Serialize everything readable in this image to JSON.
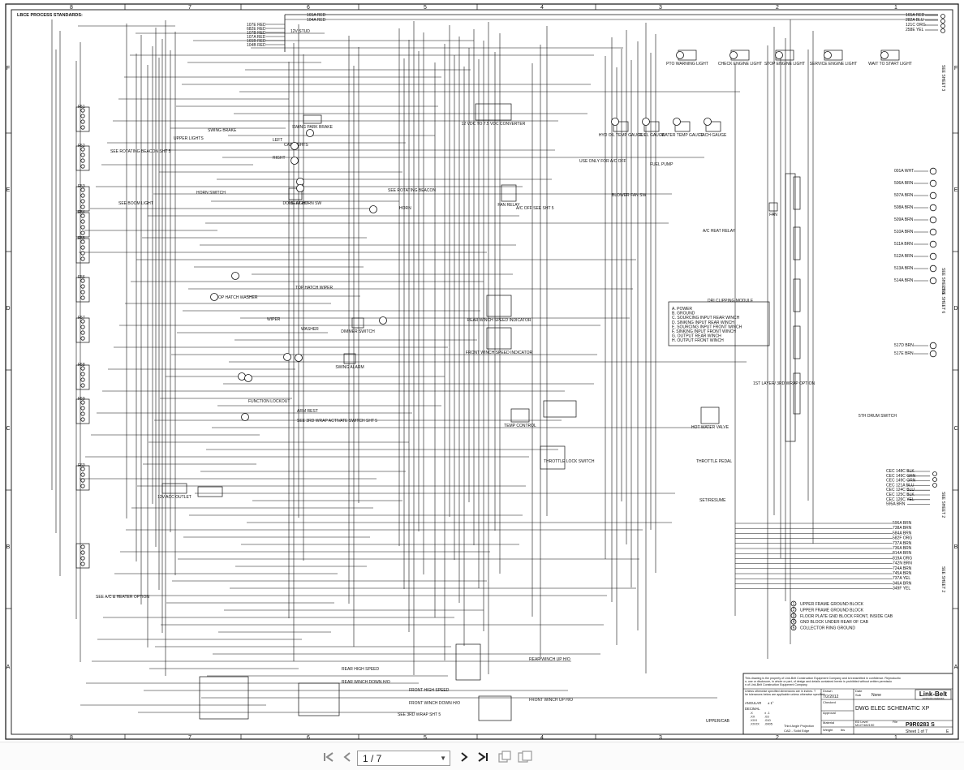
{
  "sheet": {
    "process_standards": "LBCE PROCESS STANDARDS:",
    "zones_top": [
      "8",
      "7",
      "6",
      "5",
      "4",
      "3",
      "2",
      "1"
    ],
    "zones_side": [
      "F",
      "E",
      "D",
      "C",
      "B",
      "A"
    ],
    "side_labels": [
      "SEE SHEET 3",
      "SEE SHEET 6",
      "SEE SHEET 6",
      "SEE SHEET 2",
      "SEE SHEET 2"
    ],
    "top_wires_left": [
      "107E RED",
      "682E RED",
      "107B RED",
      "107A RED",
      "165B RED",
      "104B RED"
    ],
    "top_wires_right": [
      "165A RED",
      "104A RED"
    ],
    "stud_label": "12V STUD",
    "right_top_wires": [
      "165A RED",
      "282A BLU",
      "121C ORG",
      "258E YEL"
    ],
    "components": [
      {
        "label": "12 VDC TO 7.5 VDC CONVERTER"
      },
      {
        "label": "PTO WARNING LIGHT"
      },
      {
        "label": "CHECK ENGINE LIGHT"
      },
      {
        "label": "STOP ENGINE LIGHT"
      },
      {
        "label": "SERVICE ENGINE LIGHT"
      },
      {
        "label": "WAIT TO START LIGHT"
      },
      {
        "label": "HYD OIL TEMP GAUGE"
      },
      {
        "label": "FUEL GAUGE"
      },
      {
        "label": "WATER TEMP GAUGE"
      },
      {
        "label": "TACH GAUGE"
      },
      {
        "label": "SWING PARK BRAKE"
      },
      {
        "label": "SWING BRAKE"
      },
      {
        "label": "UPPER LIGHTS"
      },
      {
        "label": "CAB LIGHTS"
      },
      {
        "label": "LEFT"
      },
      {
        "label": "RIGHT"
      },
      {
        "label": "SEE ROTATING BEACON SHT 5"
      },
      {
        "label": "DOME LIGHT"
      },
      {
        "label": "SEE ROTATING BEACON"
      },
      {
        "label": "HORN SWITCH"
      },
      {
        "label": "SEE BOOM LIGHT"
      },
      {
        "label": "SEAT HORN SW"
      },
      {
        "label": "HORN"
      },
      {
        "label": "FAN RELAY"
      },
      {
        "label": "A/C OFF SEE SHT 5"
      },
      {
        "label": "BLOWER FAN SW"
      },
      {
        "label": "FAN"
      },
      {
        "label": "A/C HEAT RELAY"
      },
      {
        "label": "FUEL PUMP"
      },
      {
        "label": "USE ONLY FOR A/C OFF"
      },
      {
        "label": "TOP HATCH WIPER"
      },
      {
        "label": "TOP HATCH WASHER"
      },
      {
        "label": "WIPER"
      },
      {
        "label": "WASHER"
      },
      {
        "label": "DIMMER SWITCH"
      },
      {
        "label": "SWING ALARM"
      },
      {
        "label": "FUNCTION LOCKOUT"
      },
      {
        "label": "ARM REST"
      },
      {
        "label": "SEE 3RD WRAP ACTIVATE SWITCH SHT 5"
      },
      {
        "label": "REAR WINCH SPEED INDICATOR"
      },
      {
        "label": "FRONT WINCH SPEED INDICATOR"
      },
      {
        "label": "DRI CLIPPING MODULE"
      },
      {
        "label": "TEMP CONTROL"
      },
      {
        "label": "HOT WATER VALVE"
      },
      {
        "label": "THROTTLE PEDAL"
      },
      {
        "label": "THROTTLE LOCK SWITCH"
      },
      {
        "label": "SET/RESUME"
      },
      {
        "label": "1ST LAYER/ 3RD WRAP OPTION"
      },
      {
        "label": "12V ACC OUTLET"
      },
      {
        "label": "SEE A/C & HEATER OPTION"
      },
      {
        "label": "5TH DRUM SWITCH"
      },
      {
        "label": "REAR HIGH SPEED"
      },
      {
        "label": "REAR WINCH DOWN H/O"
      },
      {
        "label": "FRONT HIGH SPEED"
      },
      {
        "label": "FRONT WINCH DOWN H/O"
      },
      {
        "label": "REAR WINCH UP H/O"
      },
      {
        "label": "FRONT WINCH UP H/O"
      },
      {
        "label": "SEE 3RD WRAP SHT 5"
      },
      {
        "label": "UPPER/CAB"
      }
    ],
    "drc_module_lines": [
      "A. POWER",
      "B. GROUND",
      "C. SOURCING INPUT REAR WINCH",
      "D. SINKING INPUT REAR WINCH",
      "E. SOURCING INPUT FRONT WINCH",
      "F. SINKING INPUT FRONT WINCH",
      "G. OUTPUT REAR WINCH",
      "H. OUTPUT FRONT WINCH"
    ],
    "ground_legend": [
      "UPPER FRAME GROUND BLOCK",
      "UPPER FRAME GROUND BLOCK",
      "FLOOR PLATE GND BLOCK FRONT, INSIDE CAB",
      "GND BLOCK UNDER REAR OF CAB",
      "COLLECTOR RING GROUND"
    ],
    "connector_right_wires": [
      "001A WHT",
      "506A BRN",
      "507A BRN",
      "508A BRN",
      "509A BRN",
      "510A BRN",
      "511A BRN",
      "512A BRN",
      "513A BRN",
      "514A BRN",
      "517D BRN",
      "517E BRN"
    ],
    "cec_right_wires": [
      "CEC 148C BLK",
      "CEC 149C GRN",
      "CEC 149C GRN",
      "CEC 121A BLU",
      "CEC 124C BLU",
      "CEC 125C BLK",
      "CEC 126C YEL",
      "595A BRN"
    ],
    "bottom_right_wires": [
      "596A BRN",
      "738A BRN",
      "584A BRN",
      "582F ORG",
      "737A BRN",
      "736A BRN",
      "814A BRN",
      "819A ORG",
      "742N BRN",
      "724A BRN",
      "745A BRN",
      "737A YEL",
      "346A BRN",
      "349F YEL"
    ],
    "fuse_labels": [
      "F51",
      "F52",
      "F53",
      "F54",
      "F55",
      "F56",
      "F57",
      "F58",
      "F59",
      "F60"
    ]
  },
  "title_block": {
    "notice": "This drawing is the property of Link-Belt Construction Equipment Company and is transmitted in confidence. Reproduction, use or disclosure, in whole or part, of design and details contained herein is prohibited without written permission of Link-Belt Construction Equipment Company.",
    "dimensions_note": "Unless otherwise specified dimensions are in inches. The tolerances below are applicable unless otherwise specified.",
    "angular_label": "ANGULAR",
    "angular_value": "± 1°",
    "decimal_label": "DECIMAL",
    "decimals": [
      ".X",
      ".XX",
      ".XXX",
      ".XXXX"
    ],
    "tolerances": [
      "± .1",
      ".03",
      ".010",
      ".0005"
    ],
    "third_angle": "Third Angle Projection",
    "cad": "CAD - Solid Edge",
    "drawn": "Drawn",
    "drawn_date": "7/2/2012",
    "checked": "Checked",
    "approval": "Approval",
    "material": "Material",
    "weight": "Weight",
    "weight_value": "lbs",
    "date_label": "Date",
    "sub_label": "Sub",
    "none": "None",
    "title": "DWG ELEC SCHEMATIC XP",
    "ed_level_label": "ED Level",
    "ed_level": "M127482190",
    "file_label": "File",
    "dwg_number": "P9R0283 S",
    "sheet": "Sheet 1 of 7",
    "rev": "E",
    "logo": "Link-Belt",
    "logo_sub": "construction equipment"
  },
  "viewer": {
    "page_display": "1 / 7",
    "first_icon": "first-page-icon",
    "prev_icon": "prev-page-icon",
    "next_icon": "next-page-icon",
    "last_icon": "last-page-icon",
    "view1_icon": "single-page-view-icon",
    "view2_icon": "two-page-view-icon"
  }
}
